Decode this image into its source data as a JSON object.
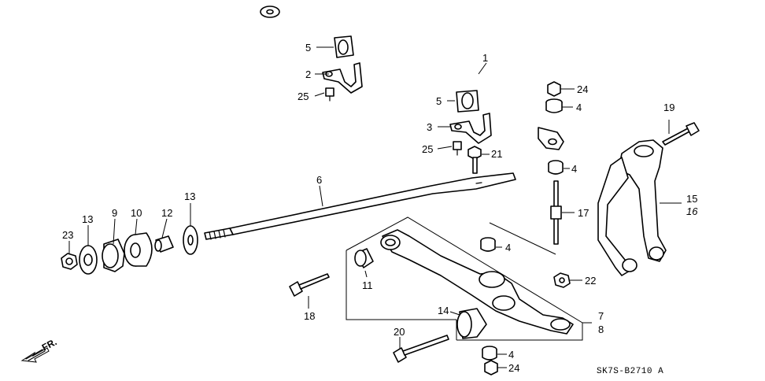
{
  "diagram": {
    "diagram_code": "SK7S-B2710 A",
    "direction_label": "FR."
  },
  "callouts": [
    {
      "id": "c1",
      "text": "1",
      "part": "stabilizer-bar"
    },
    {
      "id": "c2",
      "text": "2",
      "part": "stabilizer-holder"
    },
    {
      "id": "c3",
      "text": "3",
      "part": "stabilizer-holder"
    },
    {
      "id": "c4a",
      "text": "4",
      "part": "rubber-bushing"
    },
    {
      "id": "c4b",
      "text": "4",
      "part": "rubber-bushing"
    },
    {
      "id": "c4c",
      "text": "4",
      "part": "rubber-bushing"
    },
    {
      "id": "c4d",
      "text": "4",
      "part": "rubber-bushing"
    },
    {
      "id": "c5a",
      "text": "5",
      "part": "stabilizer-bushing"
    },
    {
      "id": "c5b",
      "text": "5",
      "part": "stabilizer-bushing"
    },
    {
      "id": "c6",
      "text": "6",
      "part": "radius-rod"
    },
    {
      "id": "c7",
      "text": "7",
      "part": "lower-arm"
    },
    {
      "id": "c8",
      "text": "8",
      "part": "lower-arm"
    },
    {
      "id": "c9",
      "text": "9",
      "part": "rod-bushing"
    },
    {
      "id": "c10",
      "text": "10",
      "part": "rod-bushing"
    },
    {
      "id": "c11",
      "text": "11",
      "part": "arm-bushing"
    },
    {
      "id": "c12",
      "text": "12",
      "part": "collar"
    },
    {
      "id": "c13a",
      "text": "13",
      "part": "washer"
    },
    {
      "id": "c13b",
      "text": "13",
      "part": "washer"
    },
    {
      "id": "c14",
      "text": "14",
      "part": "arm-bushing"
    },
    {
      "id": "c15",
      "text": "15",
      "part": "fork"
    },
    {
      "id": "c16",
      "text": "16",
      "part": "fork"
    },
    {
      "id": "c17",
      "text": "17",
      "part": "link-bolt"
    },
    {
      "id": "c18",
      "text": "18",
      "part": "bolt"
    },
    {
      "id": "c19",
      "text": "19",
      "part": "bolt"
    },
    {
      "id": "c20",
      "text": "20",
      "part": "bolt"
    },
    {
      "id": "c21",
      "text": "21",
      "part": "bolt"
    },
    {
      "id": "c22",
      "text": "22",
      "part": "nut"
    },
    {
      "id": "c23",
      "text": "23",
      "part": "nut"
    },
    {
      "id": "c24a",
      "text": "24",
      "part": "nut"
    },
    {
      "id": "c24b",
      "text": "24",
      "part": "nut"
    },
    {
      "id": "c25a",
      "text": "25",
      "part": "bolt"
    },
    {
      "id": "c25b",
      "text": "25",
      "part": "bolt"
    }
  ]
}
